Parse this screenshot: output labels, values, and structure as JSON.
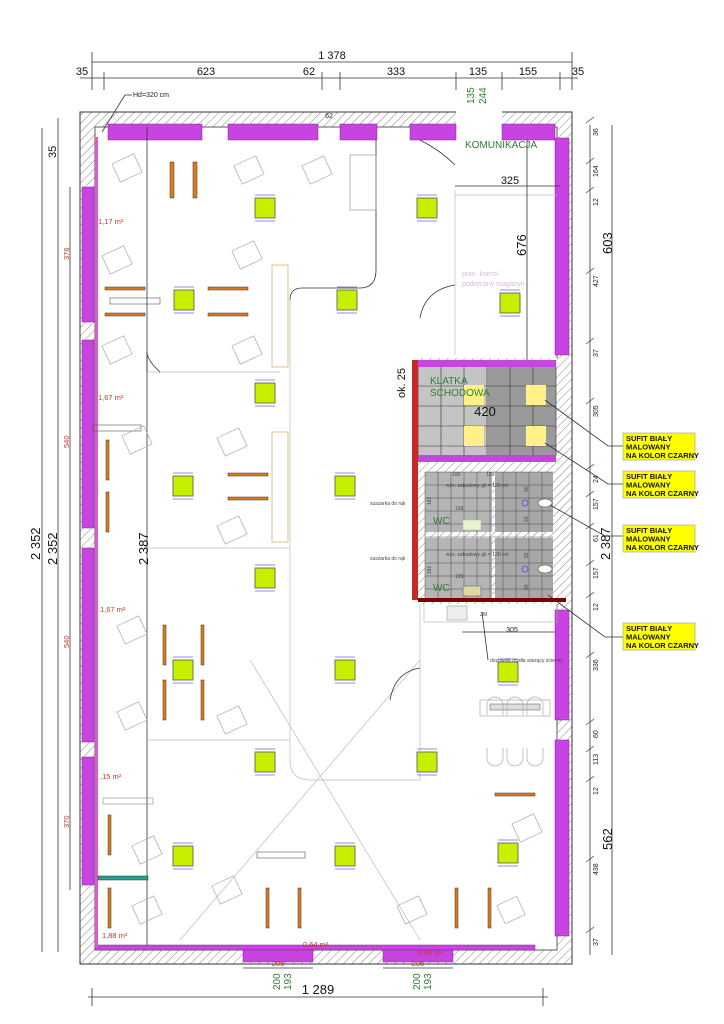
{
  "colors": {
    "wall_finish": "#c844e0",
    "lamp": "#c6f000",
    "callout": "#ffff00",
    "room_label": "#2e7d32",
    "area_label": "#c0392b"
  },
  "top_dims": {
    "total": "1 378",
    "segments": [
      "35",
      "623",
      "62",
      "333",
      "135",
      "155",
      "35"
    ],
    "small_62": "62",
    "window_green": [
      "135",
      "244"
    ],
    "height_note": "Hd=320 cm"
  },
  "left_dims": {
    "top": "35",
    "total_a": "2 352",
    "total_b": "2 352",
    "windows": [
      "376",
      "540",
      "540",
      "370"
    ]
  },
  "center_dim": "2 387",
  "right_dims": {
    "segments": [
      "36",
      "164",
      "12",
      "427",
      "37",
      "305",
      "24",
      "157",
      "61",
      "157",
      "12",
      "336",
      "60",
      "113",
      "12",
      "438",
      "37"
    ],
    "total_603": "603",
    "total_2387": "2 387",
    "total_562": "562"
  },
  "bottom_dims": {
    "total": "1 289",
    "window_a": "206",
    "window_b": "206",
    "green_a": [
      "200",
      "193"
    ],
    "green_b": [
      "200",
      "193"
    ]
  },
  "areas": [
    "1,17 m²",
    "1,67 m²",
    "1,67 m²",
    ",15 m²",
    "1,88 m²",
    "0,64 m²",
    "0,64 m²"
  ],
  "rooms": {
    "komunikacja": "KOMUNIKACJA",
    "komunikacja_width": "325",
    "komunikacja_length": "676",
    "ksero": [
      "pom. ksero/",
      "podręczny magazyn"
    ],
    "stair": [
      "KLATKA",
      "SCHODOWA"
    ],
    "stair_width": "420",
    "stair_note": "ok. 25",
    "wc": [
      "WC",
      "WC"
    ],
    "wc_notes": [
      "wys. zabudowy gk = 120 cm",
      "wys. zabudowy gk = 120 cm"
    ],
    "wc_dims": [
      "199",
      "199",
      "181",
      "181",
      "100",
      "120",
      "90",
      "91",
      "92",
      "90"
    ],
    "kitchen_width": "305",
    "kitchen_note": "dozownik mydła wiszący ścienny",
    "hand_dryer": [
      "suszarka do rąk",
      "suszarka do rąk"
    ],
    "zm": "ZM"
  },
  "callouts": [
    [
      "SUFIT BIAŁY",
      " MALOWANY",
      "NA KOLOR CZARNY"
    ],
    [
      "SUFIT BIAŁY",
      " MALOWANY",
      "NA KOLOR CZARNY"
    ],
    [
      "SUFIT BIAŁY",
      " MALOWANY",
      "NA KOLOR CZARNY"
    ],
    [
      "SUFIT BIAŁY",
      " MALOWANY",
      "NA KOLOR CZARNY"
    ]
  ]
}
